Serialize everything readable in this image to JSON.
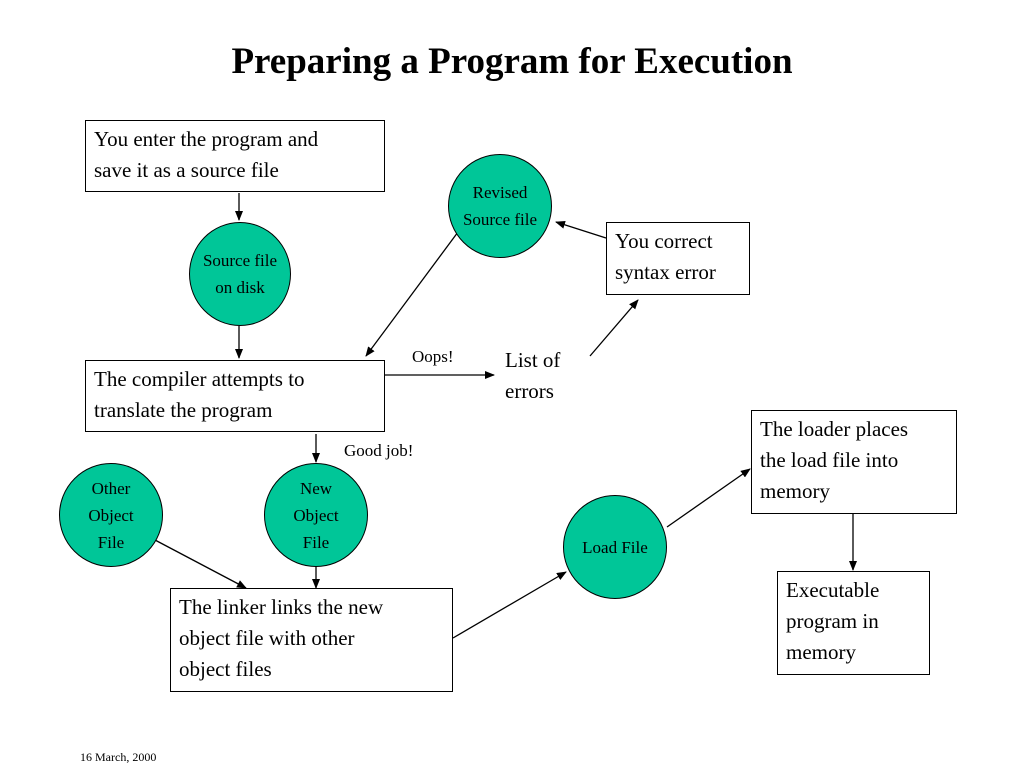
{
  "title": "Preparing a Program for Execution",
  "colors": {
    "node_fill": "#00c698",
    "stroke": "#000000",
    "background": "#ffffff"
  },
  "boxes": {
    "enter": {
      "line1": "You enter the program and",
      "line2": "save it as a source file"
    },
    "compiler": {
      "line1": "The compiler attempts to",
      "line2": "translate the program"
    },
    "correct": {
      "line1": "You correct",
      "line2": "syntax error"
    },
    "linker": {
      "line1": "The linker links the new",
      "line2": "object file with other",
      "line3": "object files"
    },
    "loader": {
      "line1": "The loader places",
      "line2": "the load file into",
      "line3": "memory"
    },
    "executable": {
      "line1": "Executable",
      "line2": "program in",
      "line3": "memory"
    }
  },
  "circles": {
    "source_file": {
      "line1": "Source file",
      "line2": "on disk"
    },
    "revised_source": {
      "line1": "Revised",
      "line2": "Source file"
    },
    "other_object": {
      "line1": "Other",
      "line2": "Object",
      "line3": "File"
    },
    "new_object": {
      "line1": "New",
      "line2": "Object",
      "line3": "File"
    },
    "load_file": {
      "line1": "Load File"
    }
  },
  "labels": {
    "oops": "Oops!",
    "good_job": "Good job!",
    "list_of_errors": {
      "line1": "List of",
      "line2": "errors"
    }
  },
  "footer": {
    "date": "16 March, 2000"
  }
}
